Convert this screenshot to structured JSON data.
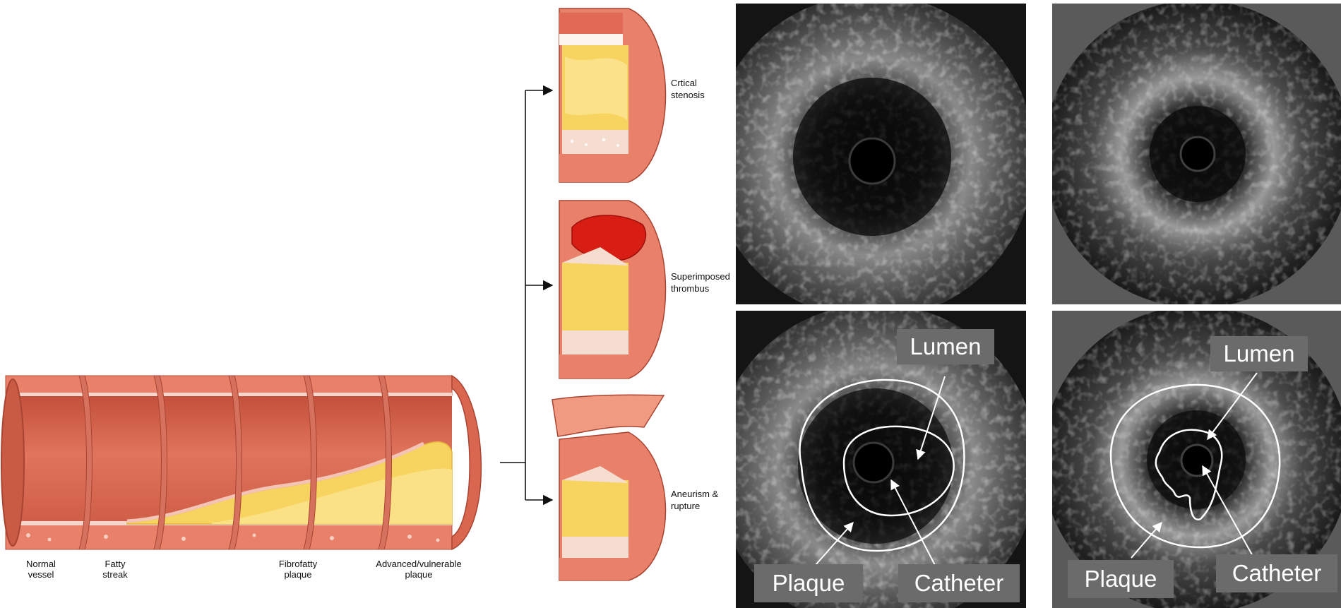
{
  "stages": [
    {
      "line1": "Normal",
      "line2": "vessel"
    },
    {
      "line1": "Fatty",
      "line2": "streak"
    },
    {
      "line1": "Fibrofatty",
      "line2": "plaque"
    },
    {
      "line1": "Advanced/vulnerable",
      "line2": "plaque"
    }
  ],
  "outcomes": [
    {
      "line1": "Crtical",
      "line2": "stenosis"
    },
    {
      "line1": "Superimposed",
      "line2": "thrombus"
    },
    {
      "line1": "Aneurism &",
      "line2": "rupture"
    }
  ],
  "ultrasound_labels": {
    "left": {
      "lumen": "Lumen",
      "plaque": "Plaque",
      "catheter": "Catheter"
    },
    "right": {
      "lumen": "Lumen",
      "plaque": "Plaque",
      "catheter": "Catheter"
    }
  },
  "colors": {
    "vessel_wall": "#e8806a",
    "vessel_dark": "#c85a48",
    "intima": "#f2b8a8",
    "plaque_yellow": "#f7d460",
    "plaque_core": "#fbe28a",
    "thrombus": "#d81d14",
    "ultrasound_bg": "#141414",
    "label_box": "#6b6b6b"
  }
}
